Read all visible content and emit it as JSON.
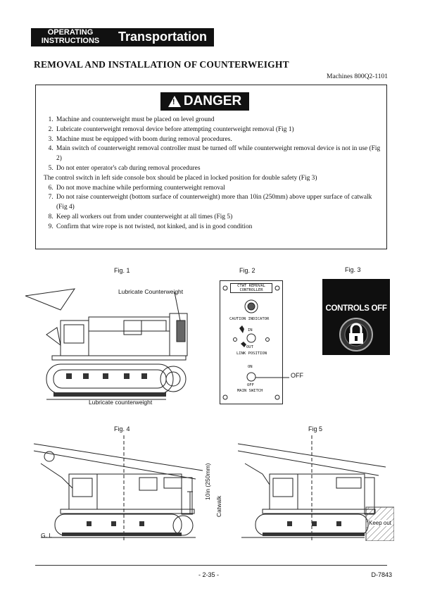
{
  "header": {
    "operating_line1": "OPERATING",
    "operating_line2": "INSTRUCTIONS",
    "section": "Transportation"
  },
  "page_title": "REMOVAL AND INSTALLATION OF COUNTERWEIGHT",
  "machines": "Machines 800Q2-1101",
  "danger": {
    "label": "DANGER",
    "icon": "warning-triangle-icon",
    "rules": [
      "Machine and counterweight must be placed on level ground",
      "Lubricate counterweight removal device before attempting counterweight removal (Fig 1)",
      "Machine must be equipped with boom during removal procedures.",
      "Main switch of counterweight removal controller must be turned off while counterweight removal device is not in use (Fig 2)",
      "Do not enter operator's cab during removal procedures",
      "Do not move machine while performing counterweight removal",
      "Do not raise counterweight (bottom surface of counterweight) more than 10in (250mm) above upper surface of catwalk (Fig 4)",
      "Keep all workers out from under counterweight at all times (Fig 5)",
      "Confirm that wire rope is not twisted, not kinked, and is in good condition"
    ],
    "rule5_note": "The control switch in left side console box should be placed in locked position for double safety (Fig 3)"
  },
  "figures": {
    "fig1": {
      "label": "Fig. 1",
      "callout_top": "Lubricate Counterweight",
      "callout_bottom": "Lubricate counterweight"
    },
    "fig2": {
      "label": "Fig. 2",
      "title_line1": "CTWT REMOVAL",
      "title_line2": "CONTROLLER",
      "caution": "CAUTION INDICATOR",
      "in": "IN",
      "out": "OUT",
      "link_position": "LINK POSITION",
      "on": "ON",
      "off_small": "OFF",
      "main_switch": "MAIN SWITCH",
      "off_callout": "OFF"
    },
    "fig3": {
      "label": "Fig. 3",
      "text": "CONTROLS OFF",
      "icon": "padlock-icon"
    },
    "fig4": {
      "label": "Fig. 4",
      "height_note": "10in (250mm)",
      "catwalk": "Catwalk",
      "gl": "G. L"
    },
    "fig5": {
      "label": "Fig 5",
      "keep_out": "Keep out"
    }
  },
  "footer": {
    "page": "- 2-35 -",
    "code": "D-7843"
  }
}
